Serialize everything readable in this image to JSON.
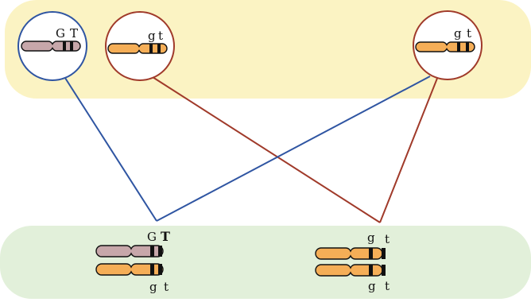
{
  "colors": {
    "top_band": "#fbf3c3",
    "bottom_band": "#e2f0da",
    "blue_line": "#2f55a2",
    "red_line": "#a03a2a",
    "chrom_purple": "#c7a7aa",
    "chrom_orange": "#f5ae57",
    "band_black": "#111111"
  },
  "parents": [
    {
      "id": "parent-1",
      "allele1": "G",
      "allele2": "T",
      "border": "blue",
      "chromosome": "purple"
    },
    {
      "id": "parent-2",
      "allele1": "g",
      "allele2": "t",
      "border": "red",
      "chromosome": "orange"
    },
    {
      "id": "parent-3",
      "allele1": "g",
      "allele2": "t",
      "border": "red",
      "chromosome": "orange"
    }
  ],
  "offspring": [
    {
      "id": "offspring-1",
      "top_allele1": "G",
      "top_allele2": "T",
      "bottom_allele1": "g",
      "bottom_allele2": "t"
    },
    {
      "id": "offspring-2",
      "top_allele1": "g",
      "top_allele2": "t",
      "bottom_allele1": "g",
      "bottom_allele2": "t"
    }
  ]
}
